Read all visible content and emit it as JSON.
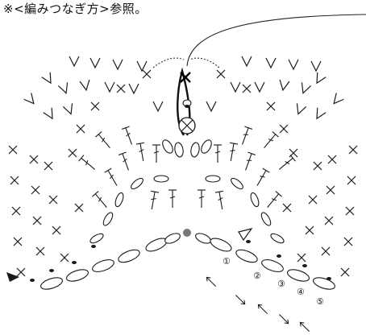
{
  "caption": "※<編みつなぎ方>参照。",
  "row_labels": [
    "①",
    "②",
    "③",
    "④",
    "⑤"
  ],
  "colors": {
    "ink": "#1a1a1a",
    "stitch": "#222222",
    "accent": "#777777",
    "highlight": "#000000"
  },
  "icons": [
    "yarn-line",
    "single-crochet-x",
    "half-double-v",
    "chain-oval",
    "start-dot",
    "end-triangle",
    "ring-crossed-circle",
    "direction-arrow"
  ]
}
